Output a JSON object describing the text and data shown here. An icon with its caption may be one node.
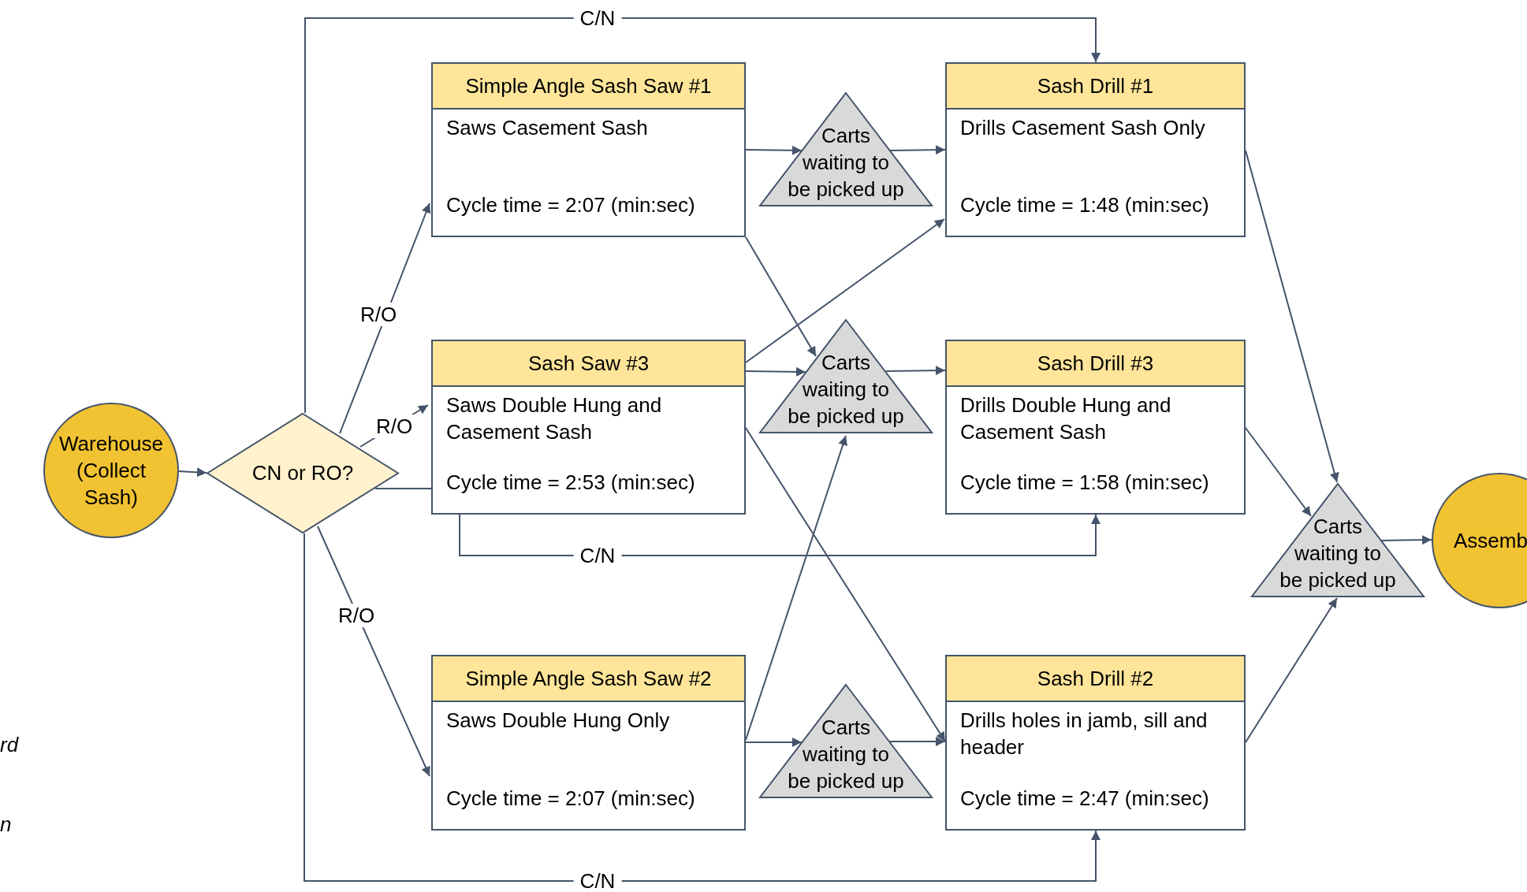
{
  "diagram": {
    "nodes": [
      {
        "text": [
          "Warehouse (Collect Sash)"
        ]
      },
      {
        "text": [
          "CN or RO?"
        ]
      },
      {
        "text": [
          "Simple Angle Sash Saw #1",
          "Saws Casement Sash",
          "Cycle time = 2:07 (min:sec)"
        ]
      },
      {
        "text": [
          "Carts waiting to be picked up"
        ]
      },
      {
        "text": [
          "Sash Drill #1",
          "Drills Casement Sash Only",
          "Cycle time = 1:48 (min:sec)"
        ]
      },
      {
        "text": [
          "Sash Saw #3",
          "Saws Double Hung and Casement Sash",
          "Cycle time = 2:53 (min:sec)"
        ]
      },
      {
        "text": [
          "Carts waiting to be picked up"
        ]
      },
      {
        "text": [
          "Sash Drill #3",
          "Drills Double Hung and Casement Sash",
          "Cycle time = 1:58 (min:sec)"
        ]
      },
      {
        "text": [
          "Simple Angle Sash Saw #2",
          "Saws Double Hung Only",
          "Cycle time = 2:07 (min:sec)"
        ]
      },
      {
        "text": [
          "Carts waiting to be picked up"
        ]
      },
      {
        "text": [
          "Sash Drill #2",
          "Drills holes in jamb, sill and header",
          "Cycle time = 2:47 (min:sec)"
        ]
      },
      {
        "text": [
          "Carts waiting to be picked up"
        ]
      },
      {
        "text": [
          "Assemb"
        ]
      }
    ],
    "edges": [
      {
        "from": 0,
        "to": 1,
        "arrow": "to"
      },
      {
        "from": 1,
        "to": 2,
        "arrow": "to",
        "label": "R/O"
      },
      {
        "from": 1,
        "to": 5,
        "arrow": "to",
        "label": "R/O"
      },
      {
        "from": 1,
        "to": 8,
        "arrow": "to",
        "label": "R/O"
      },
      {
        "from": 1,
        "to": 4,
        "arrow": "to",
        "label": "C/N"
      },
      {
        "from": 1,
        "to": 5,
        "arrow": "none"
      },
      {
        "from": 5,
        "to": 7,
        "arrow": "to",
        "label": "C/N"
      },
      {
        "from": 1,
        "to": 10,
        "arrow": "to",
        "label": "C/N"
      },
      {
        "from": 2,
        "to": 3,
        "arrow": "to"
      },
      {
        "from": 3,
        "to": 4,
        "arrow": "to"
      },
      {
        "from": 2,
        "to": 6,
        "arrow": "to"
      },
      {
        "from": 5,
        "to": 4,
        "arrow": "to"
      },
      {
        "from": 5,
        "to": 6,
        "arrow": "to"
      },
      {
        "from": 6,
        "to": 7,
        "arrow": "to"
      },
      {
        "from": 5,
        "to": 10,
        "arrow": "to"
      },
      {
        "from": 8,
        "to": 6,
        "arrow": "to"
      },
      {
        "from": 8,
        "to": 9,
        "arrow": "to"
      },
      {
        "from": 9,
        "to": 10,
        "arrow": "to"
      },
      {
        "from": 4,
        "to": 11,
        "arrow": "to"
      },
      {
        "from": 7,
        "to": 11,
        "arrow": "to"
      },
      {
        "from": 10,
        "to": 11,
        "arrow": "to"
      },
      {
        "from": 11,
        "to": 12,
        "arrow": "to"
      }
    ],
    "labels": [
      "rd",
      "n"
    ]
  }
}
